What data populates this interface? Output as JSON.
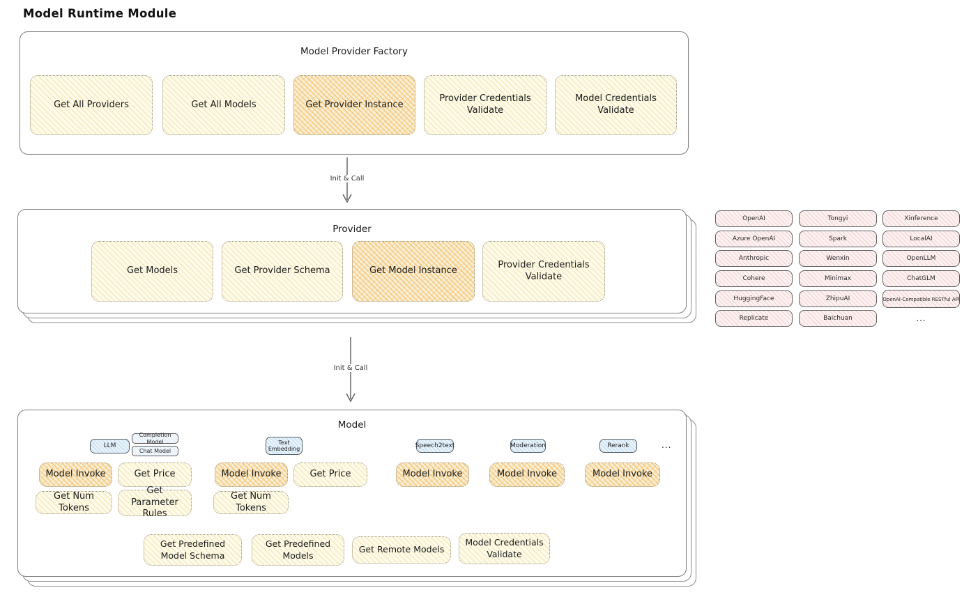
{
  "title": "Model Runtime Module",
  "factory": {
    "title": "Model Provider Factory",
    "boxes": [
      {
        "label": "Get All Providers",
        "highlight": false
      },
      {
        "label": "Get All Models",
        "highlight": false
      },
      {
        "label": "Get Provider Instance",
        "highlight": true
      },
      {
        "label": "Provider Credentials Validate",
        "highlight": false
      },
      {
        "label": "Model Credentials Validate",
        "highlight": false
      }
    ]
  },
  "arrows": {
    "top_label": "Init & Call",
    "bottom_label": "Init & Call"
  },
  "provider": {
    "title": "Provider",
    "boxes": [
      {
        "label": "Get Models",
        "highlight": false
      },
      {
        "label": "Get Provider Schema",
        "highlight": false
      },
      {
        "label": "Get Model Instance",
        "highlight": true
      },
      {
        "label": "Provider Credentials Validate",
        "highlight": false
      }
    ]
  },
  "provider_list": {
    "columns": [
      [
        "OpenAI",
        "Azure OpenAI",
        "Anthropic",
        "Cohere",
        "HuggingFace",
        "Replicate"
      ],
      [
        "Tongyi",
        "Spark",
        "Wenxin",
        "Minimax",
        "ZhipuAI",
        "Baichuan"
      ],
      [
        "Xinference",
        "LocalAI",
        "OpenLLM",
        "ChatGLM",
        "OpenAI-Compatible RESTful API"
      ]
    ],
    "more": "..."
  },
  "model": {
    "title": "Model",
    "more": "...",
    "types": {
      "llm": "LLM",
      "completion_model": "Completion Model",
      "chat_model": "Chat Model",
      "text_embedding": "Text Embedding",
      "speech2text": "Speech2text",
      "moderation": "Moderation",
      "rerank": "Rerank"
    },
    "ops": {
      "model_invoke": "Model Invoke",
      "get_price": "Get Price",
      "get_num_tokens": "Get Num Tokens",
      "get_parameter_rules": "Get Parameter Rules"
    },
    "common": [
      "Get Predefined Model Schema",
      "Get Predefined Models",
      "Get Remote Models",
      "Model Credentials Validate"
    ]
  },
  "colors": {
    "node_yellow": "#fdf7dd",
    "node_highlight": "#f8dfae",
    "chip_pink": "#fbe9e9",
    "tag_blue": "#dcedf9",
    "line": "#5a5a5a"
  }
}
